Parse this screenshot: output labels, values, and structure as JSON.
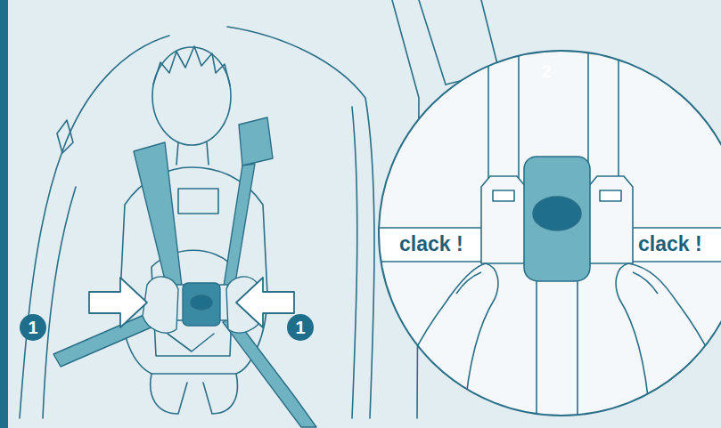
{
  "diagram": {
    "labels": [
      "1",
      "1",
      "2",
      "clack !",
      "clack !"
    ]
  }
}
